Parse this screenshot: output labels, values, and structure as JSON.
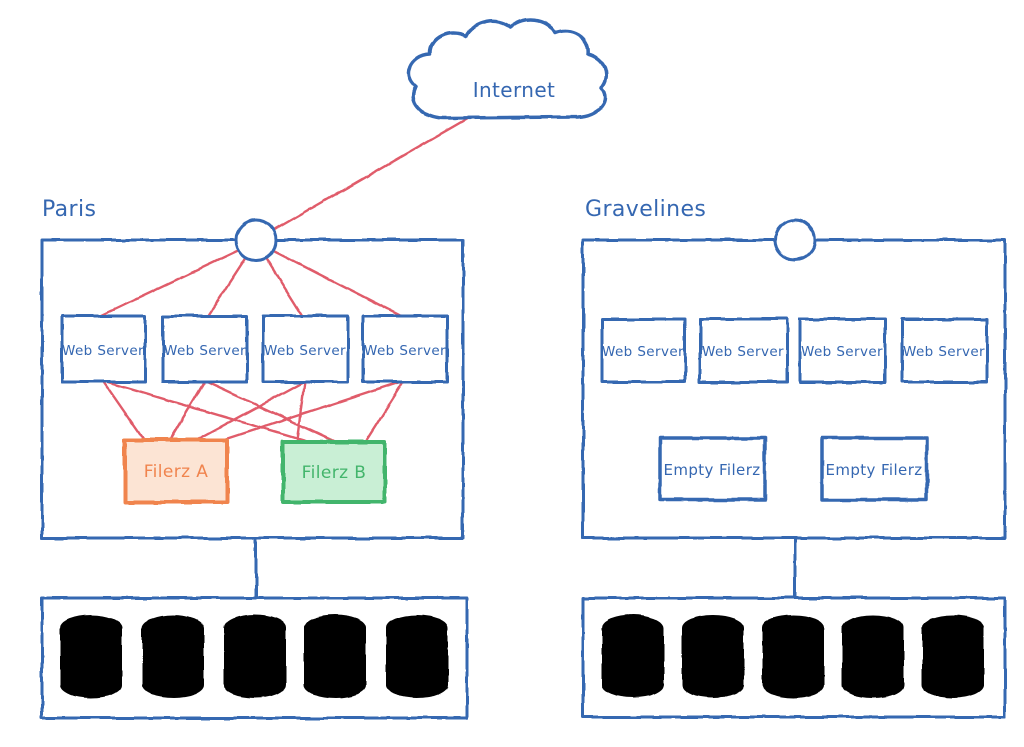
{
  "colors": {
    "blue": "#3567b1",
    "red": "#e05b6b",
    "orange": "#f0844e",
    "orange_fill": "#fce4d4",
    "green": "#43b56c",
    "green_fill": "#c9efd5"
  },
  "icons": {
    "cloud": "internet-cloud",
    "load_balancer": "circle-node",
    "disk": "database-cylinder"
  },
  "internet": {
    "label": "Internet"
  },
  "paris": {
    "label": "Paris",
    "web_servers": [
      "Web Server",
      "Web Server",
      "Web Server",
      "Web Server"
    ],
    "filerz_a": {
      "label": "Filerz A"
    },
    "filerz_b": {
      "label": "Filerz B"
    },
    "storage": {
      "disks": [
        "orange",
        "green",
        "orange",
        "orange",
        "green"
      ]
    }
  },
  "gravelines": {
    "label": "Gravelines",
    "web_servers": [
      "Web Server",
      "Web Server",
      "Web Server",
      "Web Server"
    ],
    "empty_filerz": [
      "Empty Filerz",
      "Empty Filerz"
    ],
    "storage": {
      "disks": [
        "empty",
        "empty",
        "empty",
        "empty",
        "empty"
      ]
    }
  }
}
